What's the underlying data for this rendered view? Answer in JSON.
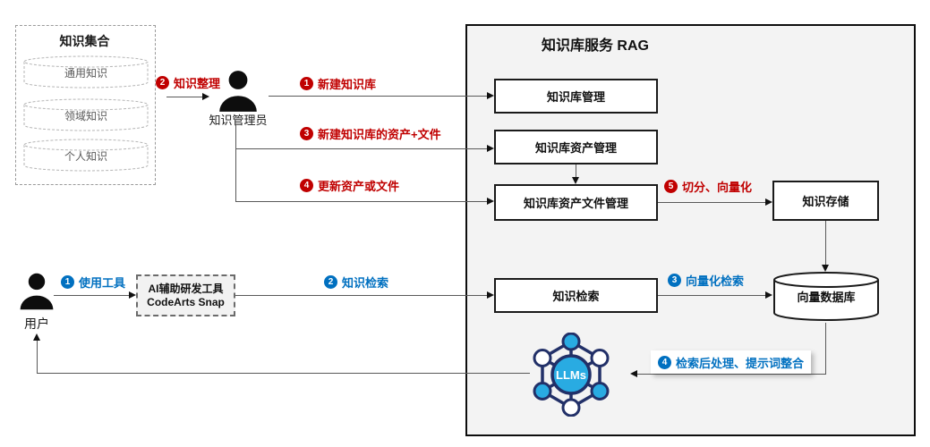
{
  "palette": {
    "red": "#C00000",
    "blue": "#0070C0",
    "cyan": "#29ABE2",
    "navy": "#223068",
    "rag_bg": "#F3F3F3"
  },
  "knowledge_collection": {
    "title": "知识集合",
    "cylinders": [
      "通用知识",
      "领域知识",
      "个人知识"
    ]
  },
  "admin": {
    "label": "知识管理员"
  },
  "red_flow": {
    "organize": {
      "num": "2",
      "label": "知识整理"
    },
    "create_kb": {
      "num": "1",
      "label": "新建知识库"
    },
    "create_assets": {
      "num": "3",
      "label": "新建知识库的资产+文件"
    },
    "update_assets": {
      "num": "4",
      "label": "更新资产或文件"
    },
    "split_vectorize": {
      "num": "5",
      "label": "切分、向量化"
    }
  },
  "blue_flow": {
    "use_tool": {
      "num": "1",
      "label": "使用工具"
    },
    "knowledge_search": {
      "num": "2",
      "label": "知识检索"
    },
    "vector_search": {
      "num": "3",
      "label": "向量化检索"
    },
    "postprocess": {
      "num": "4",
      "label": "检索后处理、提示词整合"
    }
  },
  "rag": {
    "title": "知识库服务 RAG",
    "kb_management": "知识库管理",
    "asset_management": "知识库资产管理",
    "asset_file_management": "知识库资产文件管理",
    "knowledge_retrieval": "知识检索",
    "knowledge_storage": "知识存储",
    "vector_database": "向量数据库"
  },
  "user": {
    "label": "用户"
  },
  "tool": {
    "line1": "AI辅助研发工具",
    "line2": "CodeArts Snap"
  },
  "llm": {
    "label": "LLMs"
  }
}
